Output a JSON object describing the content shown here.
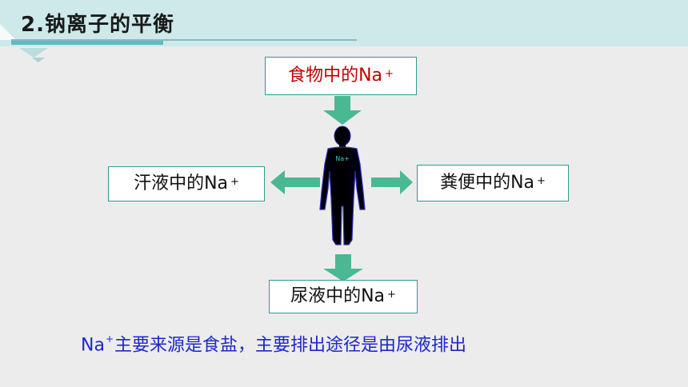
{
  "title": "2.钠离子的平衡",
  "boxes": {
    "food": {
      "text": "食物中的Na",
      "sup": "+"
    },
    "sweat": {
      "text": "汗液中的Na",
      "sup": "+"
    },
    "feces": {
      "text": "粪便中的Na",
      "sup": "+"
    },
    "urine": {
      "text": "尿液中的Na",
      "sup": "+"
    }
  },
  "body_label": "Na+",
  "note": {
    "prefix": "Na",
    "sup": "+",
    "text": "主要来源是食盐，主要排出途径是由尿液排出"
  },
  "colors": {
    "box_border": "#2f9a93",
    "arrow": "#4bb894",
    "food_text": "#c00000",
    "note_text": "#1f27c8",
    "header": "#cde9ea"
  }
}
